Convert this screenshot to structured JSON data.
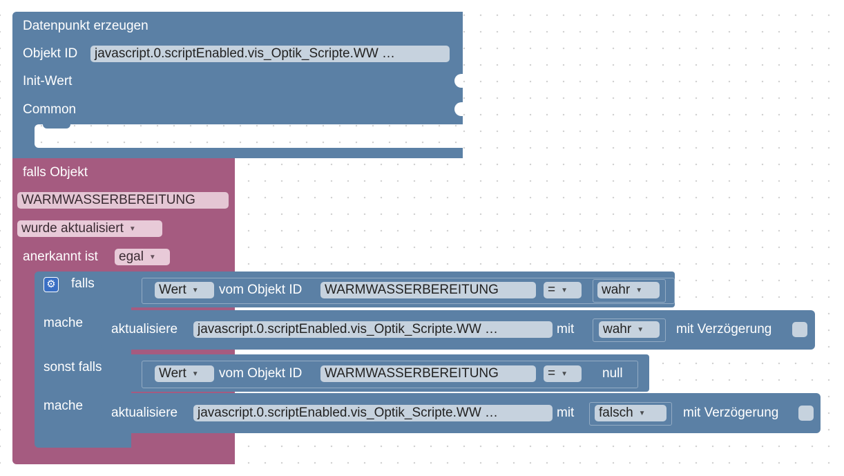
{
  "create_block": {
    "title": "Datenpunkt erzeugen",
    "object_id_label": "Objekt ID",
    "object_id_value": "javascript.0.scriptEnabled.vis_Optik_Scripte.WW …",
    "init_label": "Init-Wert",
    "common_label": "Common"
  },
  "trigger_block": {
    "title": "falls Objekt",
    "object": "WARMWASSERBEREITUNG",
    "event": "wurde aktualisiert",
    "ack_label": "anerkannt ist",
    "ack_value": "egal"
  },
  "if_block": {
    "if_label": "falls",
    "do_label": "mache",
    "elseif_label": "sonst falls",
    "do2_label": "mache"
  },
  "condition1": {
    "value_kind": "Wert",
    "of_object_label": "vom Objekt ID",
    "object": "WARMWASSERBEREITUNG",
    "operator": "=",
    "compare_value": "wahr"
  },
  "condition2": {
    "value_kind": "Wert",
    "of_object_label": "vom Objekt ID",
    "object": "WARMWASSERBEREITUNG",
    "operator": "=",
    "compare_value": "null"
  },
  "action1": {
    "label": "aktualisiere",
    "object_id": "javascript.0.scriptEnabled.vis_Optik_Scripte.WW …",
    "with_label": "mit",
    "value": "wahr",
    "delay_label": "mit Verzögerung"
  },
  "action2": {
    "label": "aktualisiere",
    "object_id": "javascript.0.scriptEnabled.vis_Optik_Scripte.WW …",
    "with_label": "mit",
    "value": "falsch",
    "delay_label": "mit Verzögerung"
  },
  "colors": {
    "object_block": "#5b80a5",
    "trigger_block": "#a55b80",
    "logic_block": "#5b80a5",
    "field_light": "#c6d2de"
  }
}
